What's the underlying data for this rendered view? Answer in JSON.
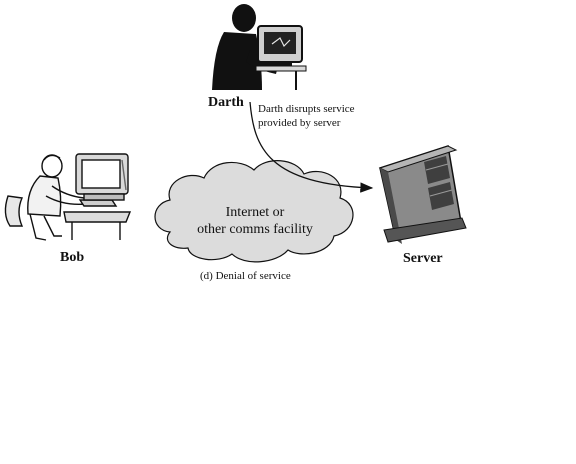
{
  "actors": {
    "darth": {
      "name": "Darth",
      "icon": "attacker-silhouette-icon"
    },
    "bob": {
      "name": "Bob",
      "icon": "user-at-computer-icon"
    },
    "server": {
      "name": "Server",
      "icon": "server-tower-icon"
    }
  },
  "annotation": {
    "line1": "Darth disrupts service",
    "line2": "provided by server"
  },
  "network": {
    "line1": "Internet or",
    "line2": "other comms facility"
  },
  "caption": "(d) Denial of service",
  "colors": {
    "ink": "#111111",
    "cloud_fill": "#dcdcdc",
    "server_body": "#8a8a8a",
    "server_dark": "#4a4a4a"
  }
}
